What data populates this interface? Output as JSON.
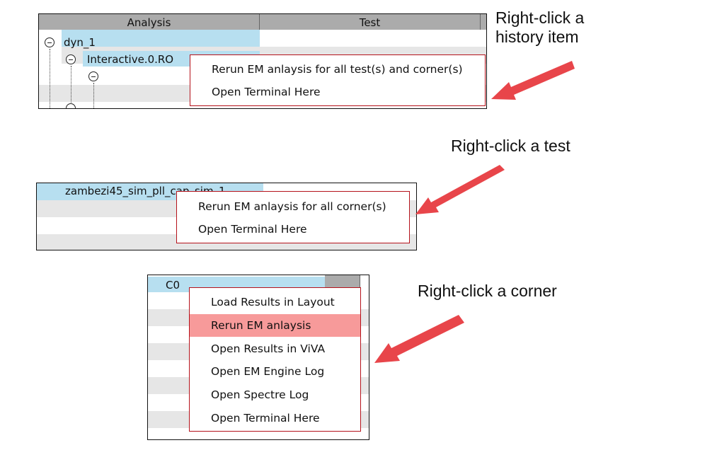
{
  "panel1": {
    "headers": [
      "Analysis",
      "Test"
    ],
    "tree": {
      "history": "dyn_1",
      "test": "Interactive.0.RO"
    }
  },
  "menu1": {
    "items": [
      "Rerun EM anlaysis for all test(s) and corner(s)",
      "Open Terminal Here"
    ]
  },
  "callout1": {
    "line1": "Right-click a",
    "line2": "history item"
  },
  "panel2": {
    "row_text": "zambezi45_sim_pll_cap_sim_1"
  },
  "menu2": {
    "items": [
      "Rerun EM anlaysis for all corner(s)",
      "Open Terminal Here"
    ]
  },
  "callout2": {
    "text": "Right-click a test"
  },
  "panel3": {
    "row_text": "C0"
  },
  "menu3": {
    "items": [
      "Load Results in Layout",
      "Rerun EM anlaysis",
      "Open Results in ViVA",
      "Open EM Engine Log",
      "Open Spectre Log",
      "Open Terminal Here"
    ],
    "highlighted": "Rerun EM anlaysis"
  },
  "callout3": {
    "text": "Right-click a corner"
  },
  "colors": {
    "selection": "#b7dff0",
    "menu_border": "#b5121b",
    "menu_highlight": "#f79a9a",
    "arrow": "#e8454a",
    "header": "#ababab"
  }
}
